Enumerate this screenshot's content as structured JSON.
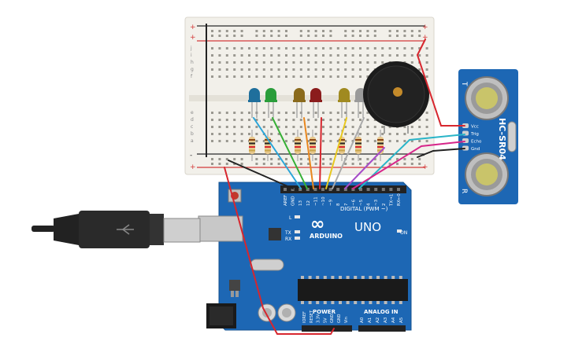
{
  "breadboard": {
    "plus": "+",
    "minus": "-",
    "row_letters_top": [
      "j",
      "i",
      "h",
      "g",
      "f"
    ],
    "row_letters_bottom": [
      "e",
      "d",
      "c",
      "b",
      "a"
    ]
  },
  "arduino": {
    "brand": "ARDUINO",
    "model": "UNO",
    "digital_label": "DIGITAL (PWM ~)",
    "power_label": "POWER",
    "analog_label": "ANALOG IN",
    "on_label": "ON",
    "l_label": "L",
    "tx_label": "TX",
    "rx_label": "RX",
    "logo_symbol": "∞",
    "digital_pins": [
      "AREF",
      "GND",
      "13",
      "12",
      "~11",
      "~10",
      "~9",
      "8",
      "7",
      "~6",
      "~5",
      "4",
      "~3",
      "2",
      "TX→1",
      "RX←0"
    ],
    "power_pins": [
      "IOREF",
      "RESET",
      "3.3V",
      "5V",
      "GND",
      "GND",
      "Vin"
    ],
    "analog_pins": [
      "A0",
      "A1",
      "A2",
      "A3",
      "A4",
      "A5"
    ]
  },
  "sensor": {
    "name": "HC-SR04",
    "pins": [
      "Vcc",
      "Trig",
      "Echo",
      "Gnd"
    ],
    "marker_t": "T",
    "marker_r": "R"
  },
  "leds": [
    {
      "color": "#1f6f9c"
    },
    {
      "color": "#2a9d3a"
    },
    {
      "color": "#8a6a1c"
    },
    {
      "color": "#8b1c1c"
    },
    {
      "color": "#a08a20"
    },
    {
      "color": "#9a9a9a"
    }
  ],
  "colors": {
    "board": "#1d67b4",
    "breadboard": "#f2f0ea",
    "rail_red": "#d43a3a",
    "rail_blue": "#2a2a2a",
    "sensor": "#1d67b4",
    "wire_red": "#d7262e",
    "wire_black": "#222222"
  },
  "icons": [
    "usb-cable-icon",
    "buzzer-icon",
    "reset-button-icon",
    "power-jack-icon"
  ]
}
